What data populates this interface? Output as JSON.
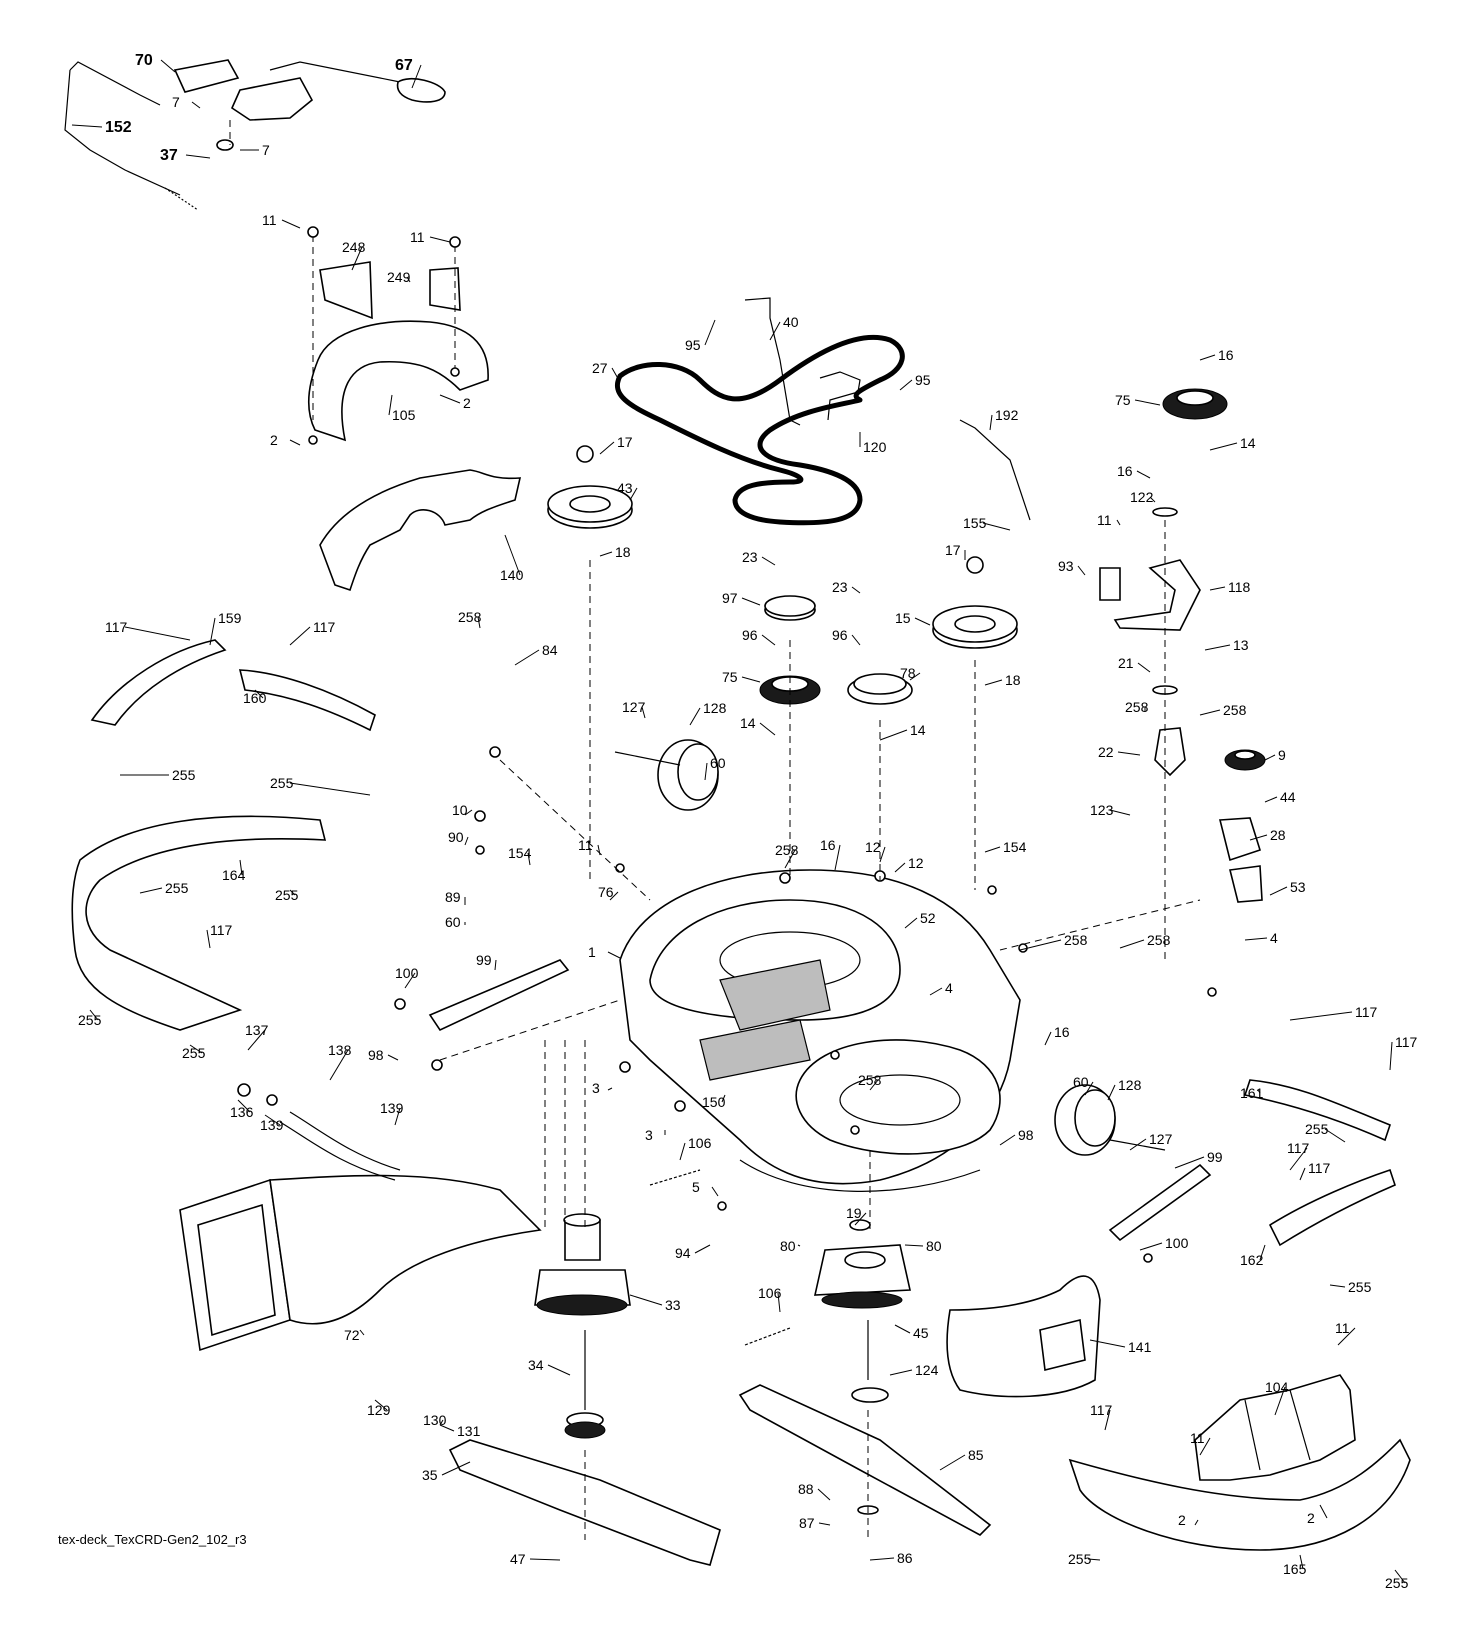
{
  "footer": {
    "drawing_id": "tex-deck_TexCRD-Gen2_102_r3"
  },
  "callouts": [
    "70",
    "67",
    "7",
    "7",
    "152",
    "37",
    "11",
    "248",
    "11",
    "249",
    "105",
    "2",
    "2",
    "140",
    "95",
    "40",
    "27",
    "95",
    "120",
    "192",
    "155",
    "17",
    "43",
    "18",
    "23",
    "97",
    "96",
    "75",
    "14",
    "23",
    "96",
    "78",
    "14",
    "17",
    "15",
    "18",
    "16",
    "75",
    "14",
    "16",
    "122",
    "11",
    "93",
    "118",
    "13",
    "21",
    "258",
    "258",
    "22",
    "123",
    "9",
    "44",
    "28",
    "53",
    "4",
    "117",
    "159",
    "117",
    "160",
    "255",
    "255",
    "164",
    "255",
    "255",
    "117",
    "255",
    "255",
    "258",
    "84",
    "127",
    "128",
    "60",
    "10",
    "90",
    "89",
    "60",
    "154",
    "11",
    "76",
    "258",
    "16",
    "12",
    "12",
    "52",
    "154",
    "1",
    "4",
    "258",
    "258",
    "100",
    "99",
    "137",
    "136",
    "139",
    "138",
    "139",
    "98",
    "3",
    "3",
    "150",
    "258",
    "16",
    "60",
    "128",
    "127",
    "98",
    "106",
    "5",
    "94",
    "80",
    "19",
    "80",
    "99",
    "100",
    "33",
    "34",
    "72",
    "129",
    "130",
    "131",
    "35",
    "47",
    "45",
    "106",
    "124",
    "85",
    "88",
    "87",
    "86",
    "141",
    "117",
    "117",
    "161",
    "255",
    "117",
    "117",
    "162",
    "255",
    "11",
    "104",
    "11",
    "117",
    "2",
    "2",
    "255",
    "165",
    "255"
  ]
}
